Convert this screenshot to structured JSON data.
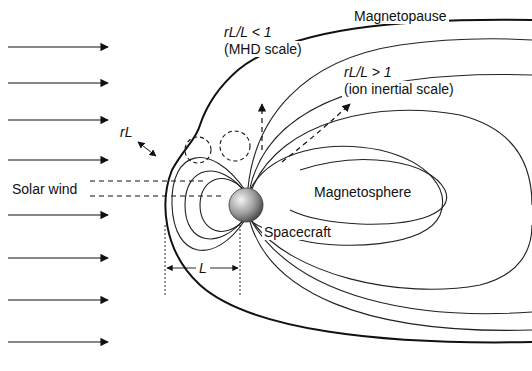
{
  "diagram": {
    "labels": [
      "Magnetopause",
      "rL/L < 1",
      "(MHD scale)",
      "rL",
      "rL/L > 1",
      "(ion inertial scale)",
      "Solar wind",
      "Magnetosphere",
      "Spacecraft",
      "L"
    ]
  }
}
